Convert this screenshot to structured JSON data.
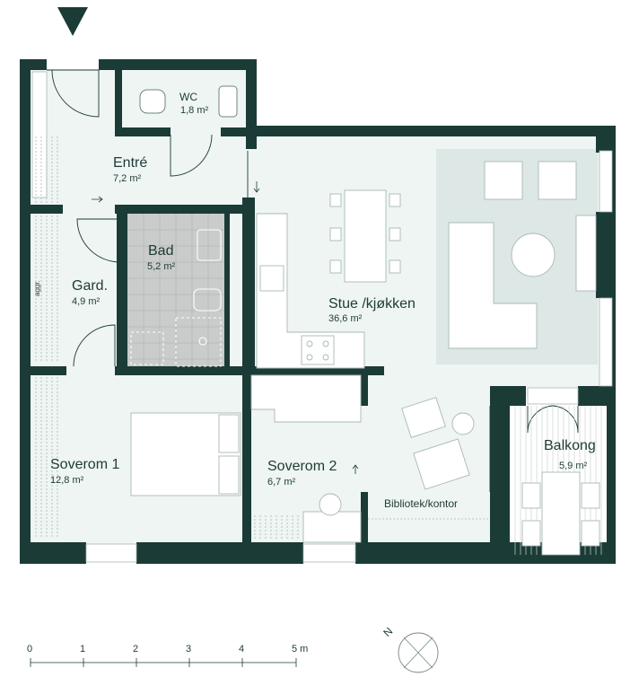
{
  "rooms": {
    "wc": {
      "name": "WC",
      "area": "1,8 m²"
    },
    "entre": {
      "name": "Entré",
      "area": "7,2 m²"
    },
    "bad": {
      "name": "Bad",
      "area": "5,2 m²"
    },
    "gard": {
      "name": "Gard.",
      "area": "4,9 m²"
    },
    "stue": {
      "name": "Stue /kjøkken",
      "area": "36,6 m²"
    },
    "soverom1": {
      "name": "Soverom 1",
      "area": "12,8 m²"
    },
    "soverom2": {
      "name": "Soverom 2",
      "area": "6,7 m²"
    },
    "balkong": {
      "name": "Balkong",
      "area": "5,9 m²"
    },
    "bibliotek": {
      "name": "Bibliotek/kontor"
    }
  },
  "labels": {
    "aggr": "aggr."
  },
  "scale": {
    "ticks": [
      "0",
      "1",
      "2",
      "3",
      "4",
      "5 m"
    ]
  },
  "compass": {
    "north": "N"
  },
  "colors": {
    "wall": "#1b3b36",
    "floor": "#eef5f3",
    "tile": "#c9ccca",
    "rug": "#dde7e5",
    "line": "#a9b8b5"
  }
}
